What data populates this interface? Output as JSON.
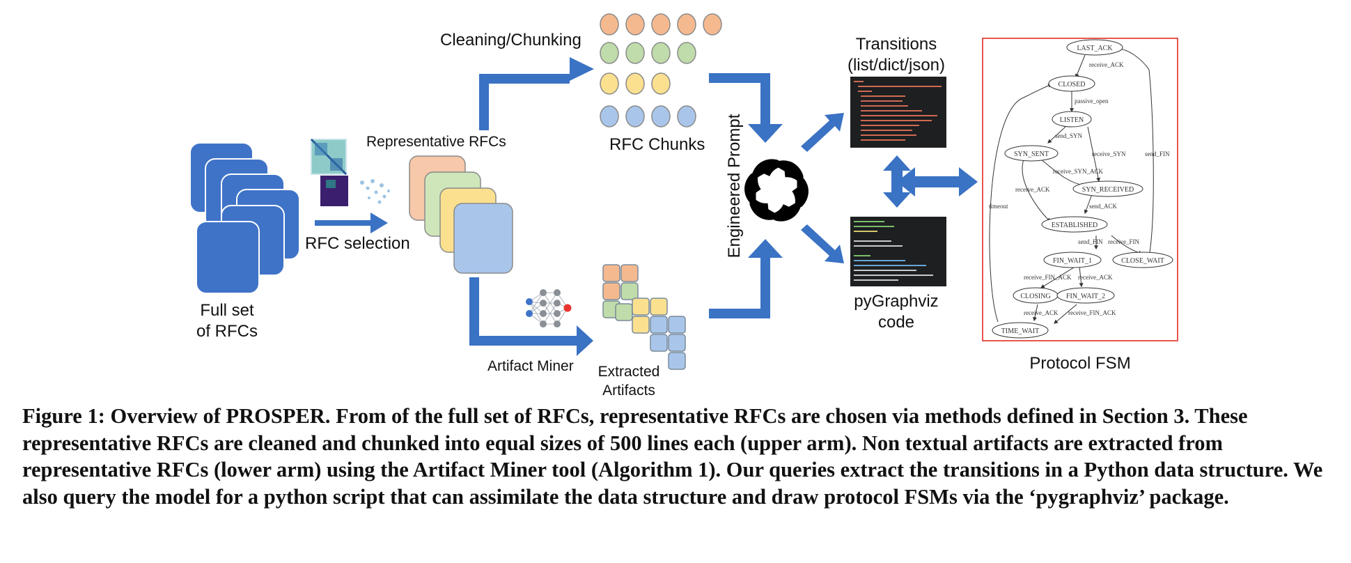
{
  "labels": {
    "full_set": [
      "Full set",
      "of RFCs"
    ],
    "rfc_selection": "RFC selection",
    "representative_rfcs": "Representative RFCs",
    "cleaning_chunking": "Cleaning/Chunking",
    "rfc_chunks": "RFC Chunks",
    "artifact_miner": "Artifact Miner",
    "extracted_artifacts": [
      "Extracted",
      "Artifacts"
    ],
    "engineered_prompt": "Engineered Prompt",
    "transitions": [
      "Transitions",
      "(list/dict/json)"
    ],
    "pygraphviz": [
      "pyGraphviz",
      "code"
    ],
    "protocol_fsm": "Protocol FSM"
  },
  "colors": {
    "doc_blue": "#3f73c8",
    "arrow_blue": "#3a72c4",
    "chunk_orange": "#f5b98f",
    "chunk_green": "#bfdcaa",
    "chunk_yellow": "#fbe08f",
    "chunk_blue": "#a9c6ea",
    "fsm_border": "#e8554e",
    "code_bg": "#1d1f21"
  },
  "fsm": {
    "nodes": [
      "LAST_ACK",
      "CLOSED",
      "LISTEN",
      "SYN_SENT",
      "SYN_RECEIVED",
      "ESTABLISHED",
      "FIN_WAIT_1",
      "CLOSE_WAIT",
      "CLOSING",
      "FIN_WAIT_2",
      "TIME_WAIT"
    ],
    "edge_labels": [
      "receive_ACK",
      "passive_open",
      "send_SYN",
      "receive_SYN",
      "send_FIN",
      "receive_SYN_ACK",
      "receive_ACK",
      "send_ACK",
      "send_FIN",
      "receive_FIN",
      "receive_FIN_ACK",
      "receive_ACK",
      "receive_ACK",
      "receive_FIN_ACK",
      "timeout"
    ]
  },
  "caption": "Figure 1: Overview of PROSPER. From of the full set of RFCs, representative RFCs are chosen via methods defined in Section 3. These representative RFCs are cleaned and chunked into equal sizes of 500 lines each (upper arm). Non textual artifacts are extracted from representative RFCs (lower arm) using the Artifact Miner tool (Algorithm 1). Our queries extract the transitions in a Python data structure. We also query the model for a python script that can assimilate the data structure and draw protocol FSMs via the ‘pygraphviz’ package."
}
